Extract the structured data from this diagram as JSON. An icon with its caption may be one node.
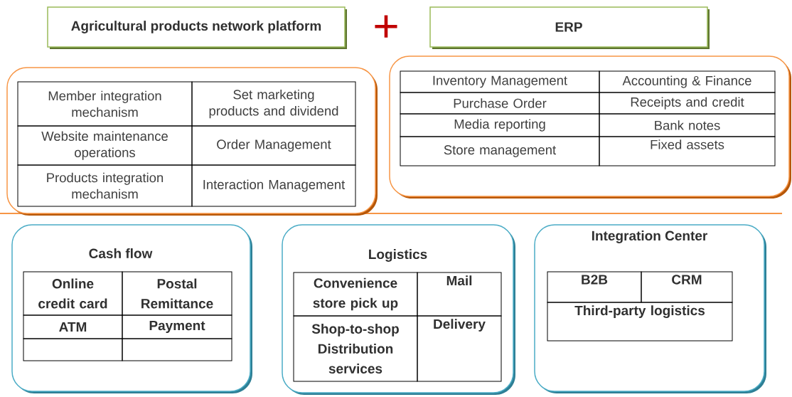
{
  "diagram": {
    "nodes": [
      {
        "text": [
          "Agricultural products network platform"
        ]
      },
      {
        "text": [
          "ERP"
        ]
      },
      {
        "text": [],
        "shape": "box"
      },
      {
        "text": [],
        "shape": "box"
      },
      {
        "text": [
          "Member integration mechanism"
        ],
        "in": 2
      },
      {
        "text": [
          "Set marketing products and dividend"
        ],
        "in": 2
      },
      {
        "text": [
          "Website maintenance operations"
        ],
        "in": 2
      },
      {
        "text": [
          "Order Management"
        ],
        "in": 2
      },
      {
        "text": [
          "Products integration mechanism"
        ],
        "in": 2
      },
      {
        "text": [
          "Interaction Management"
        ],
        "in": 2
      },
      {
        "text": [
          "Inventory Management"
        ],
        "in": 3
      },
      {
        "text": [
          "Accounting & Finance"
        ],
        "in": 3
      },
      {
        "text": [
          "Purchase Order"
        ],
        "in": 3
      },
      {
        "text": [
          "Receipts and credit"
        ],
        "in": 3
      },
      {
        "text": [
          "Media reporting"
        ],
        "in": 3
      },
      {
        "text": [
          "Bank notes"
        ],
        "in": 3
      },
      {
        "text": [
          "Store management"
        ],
        "in": 3
      },
      {
        "text": [
          "Fixed assets"
        ],
        "in": 3
      },
      {
        "text": [
          "Cash flow"
        ]
      },
      {
        "text": [
          "Online credit card"
        ],
        "in": 18
      },
      {
        "text": [
          "Postal Remittance"
        ],
        "in": 18
      },
      {
        "text": [
          "ATM"
        ],
        "in": 18
      },
      {
        "text": [
          "Payment"
        ],
        "in": 18
      },
      {
        "text": [],
        "shape": "box",
        "in": 18
      },
      {
        "text": [],
        "shape": "box",
        "in": 18
      },
      {
        "text": [
          "Logistics"
        ]
      },
      {
        "text": [
          "Convenience store pick up"
        ],
        "in": 25
      },
      {
        "text": [
          "Mail"
        ],
        "in": 25
      },
      {
        "text": [
          "Shop-to-shop Distribution services"
        ],
        "in": 25
      },
      {
        "text": [
          "Delivery"
        ],
        "in": 25
      },
      {
        "text": [
          "Integration Center"
        ]
      },
      {
        "text": [
          "B2B"
        ],
        "in": 30
      },
      {
        "text": [
          "CRM"
        ],
        "in": 30
      },
      {
        "text": [
          "Third-party logistics"
        ],
        "in": 30
      }
    ],
    "labels": [
      "+"
    ]
  }
}
